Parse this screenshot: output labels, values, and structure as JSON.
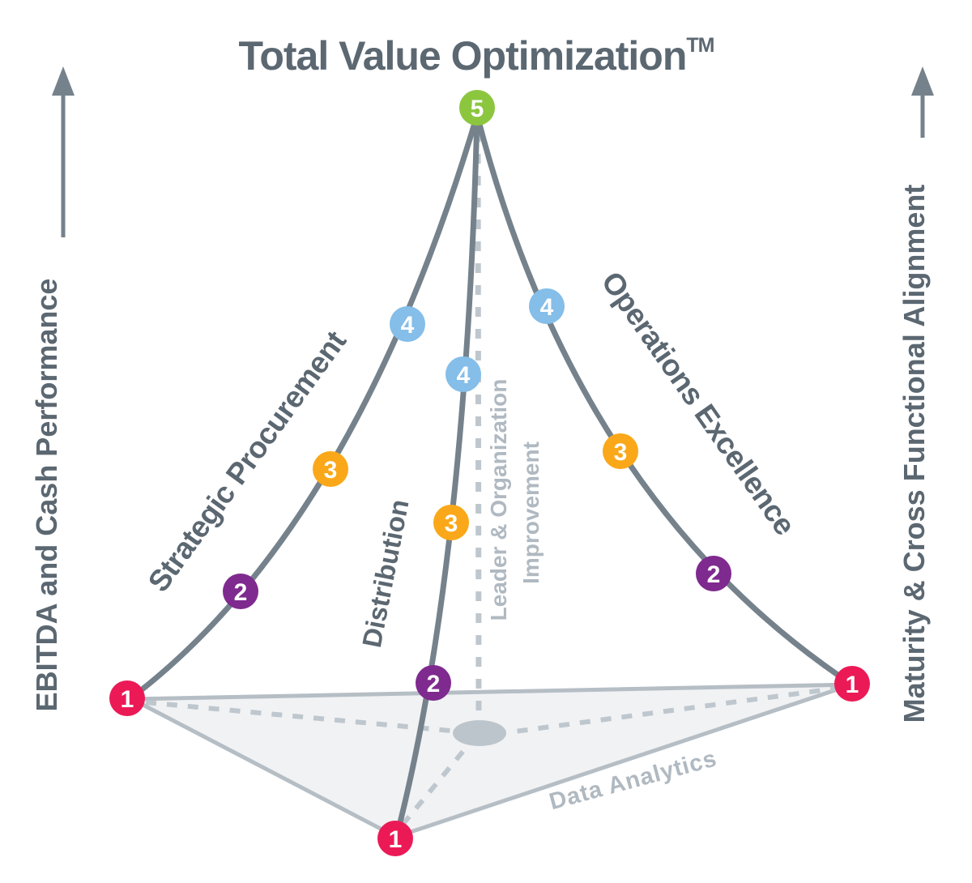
{
  "title": {
    "text": "Total Value Optimization",
    "trademark": "TM"
  },
  "axis_left": {
    "label": "EBITDA and Cash Performance"
  },
  "axis_right": {
    "label": "Maturity & Cross Functional Alignment"
  },
  "center_axis": {
    "line1": "Leader & Organization",
    "line2": "Improvement"
  },
  "base": {
    "label": "Data Analytics"
  },
  "apex": {
    "value": "5"
  },
  "levels": {
    "level1": {
      "value": "1",
      "color": "#EB1A56"
    },
    "level2": {
      "value": "2",
      "color": "#7F2A8F"
    },
    "level3": {
      "value": "3",
      "color": "#FAA819"
    },
    "level4": {
      "value": "4",
      "color": "#84BEE9"
    },
    "level5": {
      "value": "5",
      "color": "#8CC63F"
    }
  },
  "curves": [
    {
      "id": "strategic-procurement",
      "label": "Strategic Procurement",
      "node_values": [
        "4",
        "3",
        "2",
        "1"
      ]
    },
    {
      "id": "distribution",
      "label": "Distribution",
      "node_values": [
        "4",
        "3",
        "2",
        "1"
      ]
    },
    {
      "id": "operations-excellence",
      "label": "Operations Excellence",
      "node_values": [
        "4",
        "3",
        "2",
        "1"
      ]
    }
  ],
  "colors": {
    "text_dark": "#5B6771",
    "curve_stroke": "#75828C",
    "light_gray": "#BFC7CE",
    "base_stroke": "#B6BEC5",
    "base_fill": "#F1F2F4",
    "ellipse_fill": "#BDC5CC",
    "faded_label": "#B0B9C1"
  }
}
